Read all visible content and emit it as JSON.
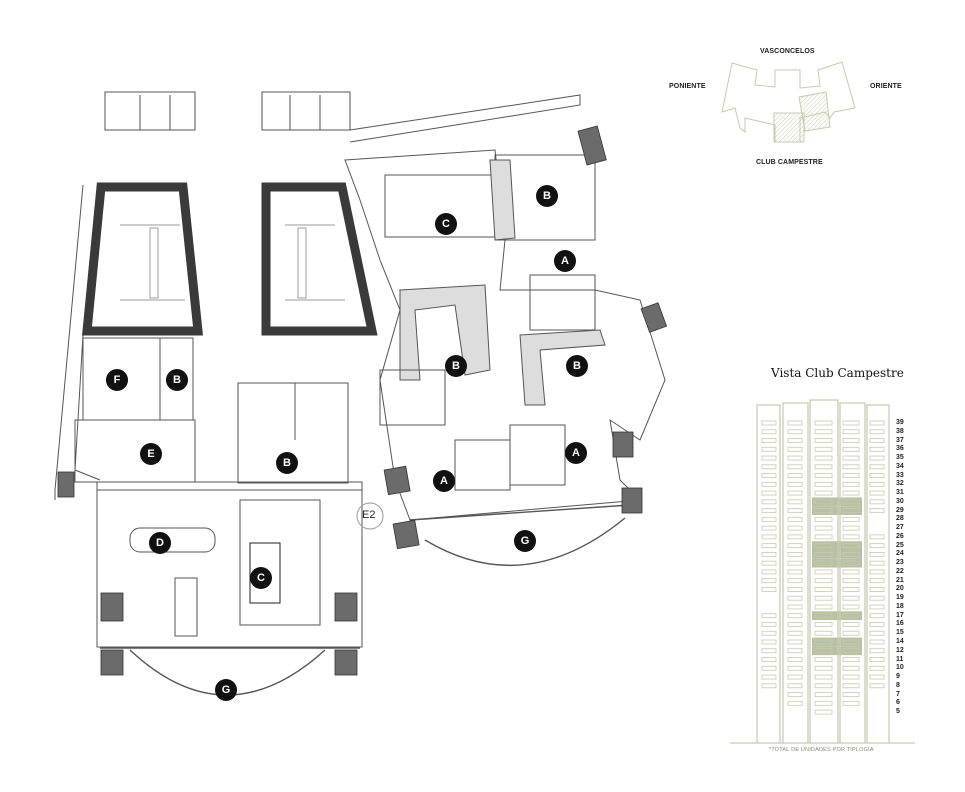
{
  "key_plan": {
    "north": "VASCONCELOS",
    "west": "PONIENTE",
    "east": "ORIENTE",
    "south": "CLUB CAMPESTRE"
  },
  "plan": {
    "rooms": [
      "C",
      "B",
      "A",
      "B",
      "B",
      "F",
      "B",
      "E",
      "B",
      "A",
      "A",
      "G",
      "D",
      "C",
      "G"
    ],
    "marker": "E2"
  },
  "elevation": {
    "title": "Vista Club Campestre",
    "floors": [
      39,
      38,
      37,
      36,
      35,
      34,
      33,
      32,
      31,
      30,
      29,
      28,
      27,
      26,
      25,
      24,
      23,
      22,
      21,
      20,
      19,
      18,
      17,
      16,
      15,
      14,
      12,
      11,
      10,
      9,
      8,
      7,
      6,
      5
    ],
    "highlighted_floors": [
      30,
      29,
      25,
      24,
      23,
      17,
      14,
      12
    ],
    "columns": [
      {
        "floors": [
          39,
          38,
          37,
          36,
          35,
          34,
          33,
          32,
          31,
          30,
          29,
          28,
          27,
          26,
          25,
          24,
          23,
          22,
          21,
          20,
          17,
          16,
          15,
          14,
          12,
          11,
          10,
          9,
          8
        ]
      },
      {
        "floors": [
          39,
          38,
          37,
          36,
          35,
          34,
          33,
          32,
          31,
          30,
          29,
          28,
          27,
          26,
          25,
          24,
          23,
          22,
          21,
          20,
          19,
          18,
          17,
          16,
          15,
          14,
          12,
          11,
          10,
          9,
          8,
          7,
          6
        ]
      },
      {
        "floors": [
          39,
          38,
          37,
          36,
          35,
          34,
          33,
          32,
          31,
          30,
          29,
          28,
          27,
          26,
          25,
          24,
          23,
          22,
          21,
          20,
          19,
          18,
          17,
          16,
          15,
          14,
          12,
          11,
          10,
          9,
          8,
          7,
          6,
          5
        ]
      },
      {
        "floors": [
          39,
          38,
          37,
          36,
          35,
          34,
          33,
          32,
          31,
          30,
          29,
          28,
          27,
          26,
          25,
          24,
          23,
          22,
          21,
          20,
          19,
          18,
          17,
          16,
          15,
          14,
          12,
          11,
          10,
          9,
          8,
          7,
          6
        ]
      },
      {
        "floors": [
          39,
          38,
          37,
          36,
          35,
          34,
          33,
          32,
          31,
          30,
          29,
          26,
          25,
          24,
          23,
          22,
          21,
          20,
          19,
          18,
          17,
          16,
          15,
          14,
          12,
          11,
          10,
          9,
          8
        ]
      }
    ],
    "footnote": "*TOTAL DE UNIDADES POR TIPLOGÍA",
    "colors": {
      "line": "#c9c9b0",
      "highlight": "#b7c2a2",
      "wall": "#3a3a3a",
      "column": "#6b6b6b"
    }
  }
}
